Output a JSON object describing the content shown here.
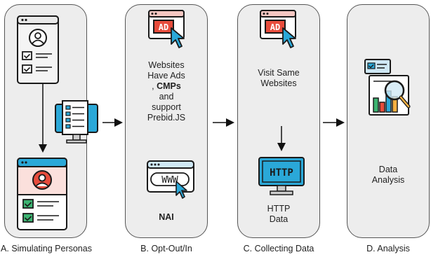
{
  "panels": {
    "b": {
      "text_line1": "Websites",
      "text_line2": "Have Ads",
      "text_line3a": ",",
      "text_line3b": "CMPs",
      "text_line4": "and",
      "text_line5": "support",
      "text_line6": "Prebid.JS",
      "label": "NAI"
    },
    "c": {
      "text_line1": "Visit Same",
      "text_line2": "Websites",
      "data_line1": "HTTP",
      "data_line2": "Data"
    },
    "d": {
      "text_line1": "Data",
      "text_line2": "Analysis"
    }
  },
  "captions": {
    "a": "A. Simulating Personas",
    "b": "B. Opt-Out/In",
    "c": "C. Collecting Data",
    "d": "D. Analysis"
  },
  "icon_text": {
    "ad": "AD",
    "www": "WWW",
    "http": "HTTP"
  },
  "colors": {
    "panel_fill": "#ededed",
    "panel_border": "#555555",
    "ad_red": "#e74c3c",
    "screen_blue": "#2aa8d8",
    "green": "#3cb371",
    "icon_outline": "#1a1a1a"
  }
}
